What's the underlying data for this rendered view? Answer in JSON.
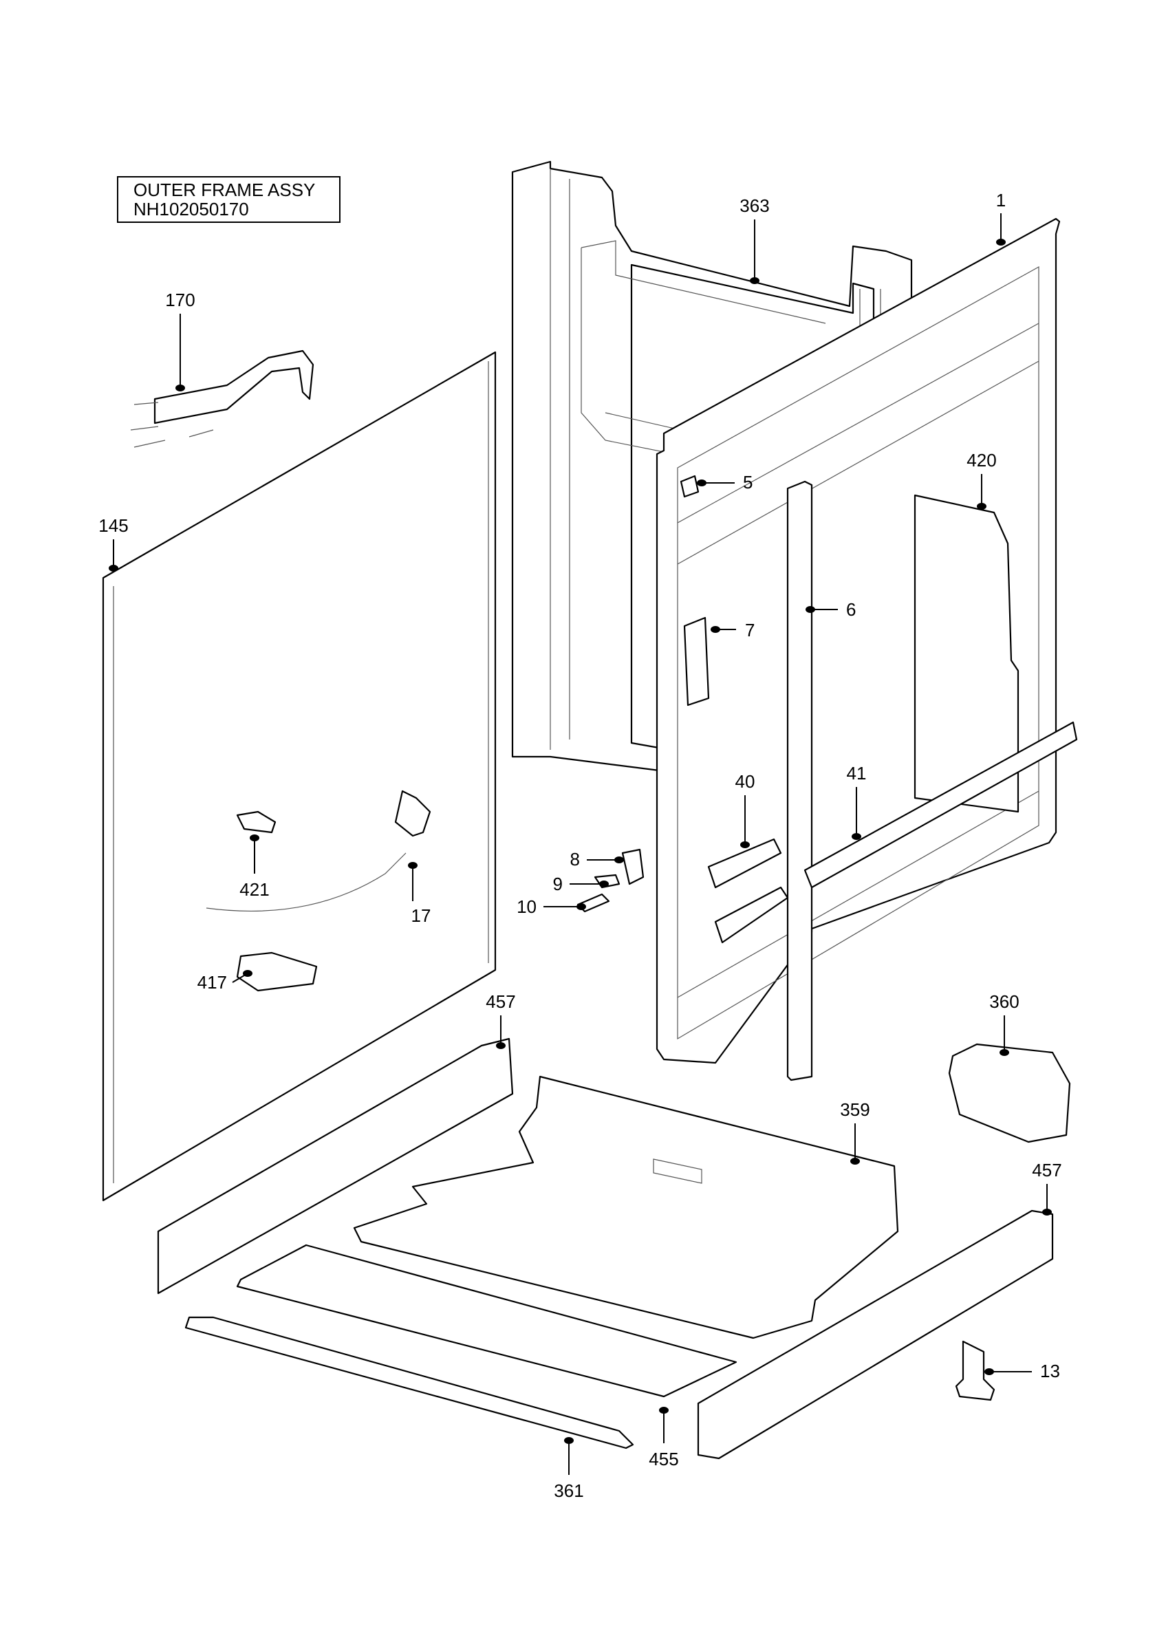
{
  "title": {
    "line1": "OUTER FRAME ASSY",
    "line2": "NH102050170"
  },
  "parts": [
    {
      "id": "p1",
      "label": "1"
    },
    {
      "id": "p5",
      "label": "5"
    },
    {
      "id": "p6",
      "label": "6"
    },
    {
      "id": "p7",
      "label": "7"
    },
    {
      "id": "p8",
      "label": "8"
    },
    {
      "id": "p9",
      "label": "9"
    },
    {
      "id": "p10",
      "label": "10"
    },
    {
      "id": "p13",
      "label": "13"
    },
    {
      "id": "p17",
      "label": "17"
    },
    {
      "id": "p40",
      "label": "40"
    },
    {
      "id": "p41",
      "label": "41"
    },
    {
      "id": "p145",
      "label": "145"
    },
    {
      "id": "p170",
      "label": "170"
    },
    {
      "id": "p359",
      "label": "359"
    },
    {
      "id": "p360",
      "label": "360"
    },
    {
      "id": "p361",
      "label": "361"
    },
    {
      "id": "p363",
      "label": "363"
    },
    {
      "id": "p417",
      "label": "417"
    },
    {
      "id": "p420",
      "label": "420"
    },
    {
      "id": "p421",
      "label": "421"
    },
    {
      "id": "p455",
      "label": "455"
    },
    {
      "id": "p457a",
      "label": "457"
    },
    {
      "id": "p457b",
      "label": "457"
    }
  ]
}
